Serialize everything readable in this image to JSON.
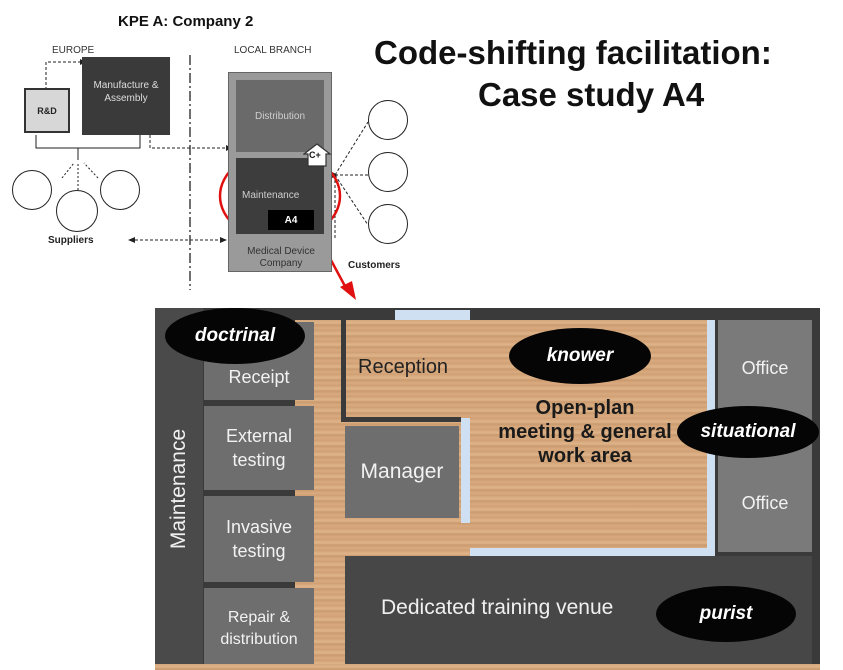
{
  "header": {
    "diagram_title": "KPE A: Company 2",
    "main_title_line1": "Code-shifting facilitation:",
    "main_title_line2": "Case study A4"
  },
  "network": {
    "europe_label": "EUROPE",
    "local_branch_label": "LOCAL BRANCH",
    "rd_label": "R&D",
    "manufacture_label": "Manufacture & Assembly",
    "distribution_label": "Distribution",
    "maintenance_label": "Maintenance",
    "a4_label": "A4",
    "company_label": "Medical Device Company",
    "c_plus_label": "C+",
    "suppliers_label": "Suppliers",
    "customers_label": "Customers"
  },
  "floorplan": {
    "maintenance_label": "Maintenance",
    "receipt_label": "Receipt",
    "external_testing_label": "External testing",
    "invasive_testing_label": "Invasive testing",
    "repair_label": "Repair & distribution",
    "reception_label": "Reception",
    "manager_label": "Manager",
    "open_plan_label": "Open-plan meeting & general work area",
    "office_top_label": "Office",
    "office_bottom_label": "Office",
    "training_label": "Dedicated training venue"
  },
  "codes": {
    "doctrinal": "doctrinal",
    "knower": "knower",
    "situational": "situational",
    "purist": "purist"
  },
  "colors": {
    "room_grey": "#6e6e6e",
    "dark_grey": "#444444",
    "wood": "#d5a67a",
    "accent_red": "#e01010",
    "window_blue": "#cfe0f2"
  }
}
